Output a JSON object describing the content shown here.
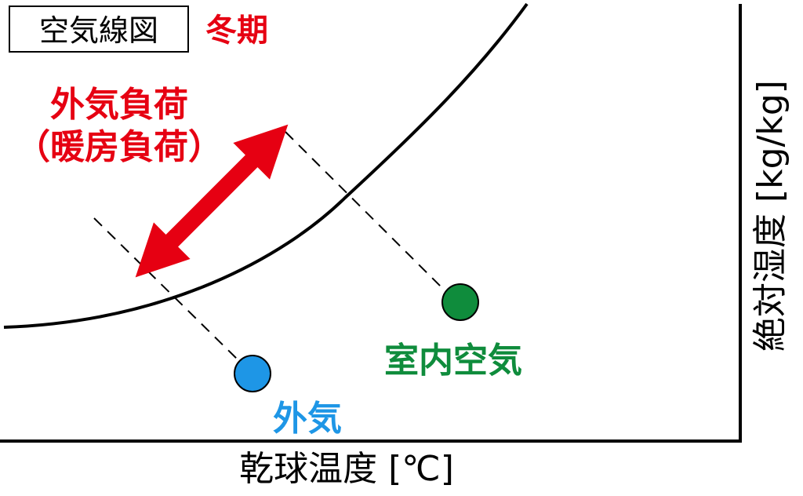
{
  "title": "空気線図",
  "season": "冬期",
  "load_label_line1": "外気負荷",
  "load_label_line2": "（暖房負荷）",
  "points": {
    "outdoor": "外気",
    "indoor": "室内空気"
  },
  "axes": {
    "x_label": "乾球温度 [℃]",
    "y_label": "絶対湿度 [kg/kg]"
  },
  "colors": {
    "accent_red": "#e60012",
    "outdoor_blue": "#1e96e6",
    "indoor_green": "#0f8c3c",
    "line": "#000000"
  }
}
